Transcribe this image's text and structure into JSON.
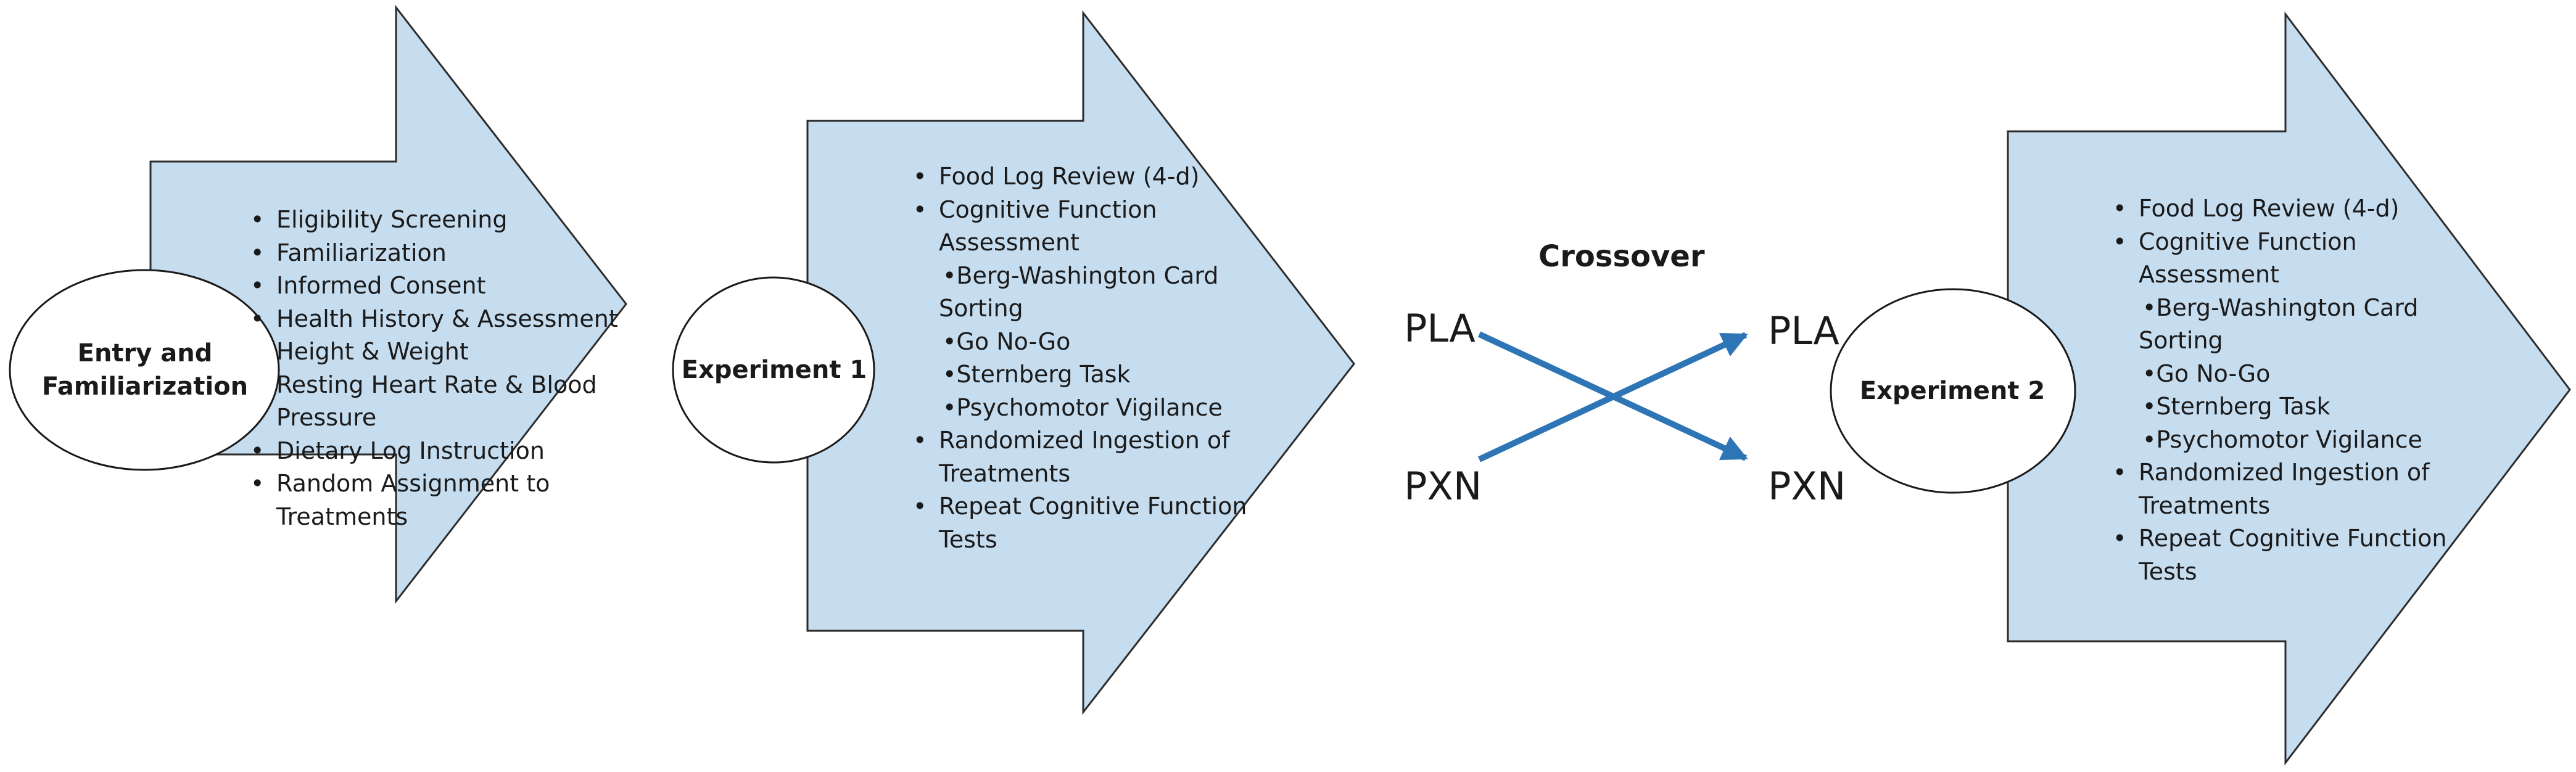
{
  "colors": {
    "arrow_fill": "#c6dcef",
    "arrow_stroke": "#2b2b2b",
    "cross_arrow": "#2e75b6"
  },
  "stages": [
    {
      "label": "Entry and\nFamiliarization",
      "items": [
        {
          "text": "Eligibility Screening",
          "kind": "bullet"
        },
        {
          "text": "Familiarization",
          "kind": "bullet"
        },
        {
          "text": "Informed Consent",
          "kind": "bullet"
        },
        {
          "text": "Health History & Assessment",
          "kind": "bullet"
        },
        {
          "text": "Height & Weight",
          "kind": "cont"
        },
        {
          "text": "Resting Heart Rate & Blood",
          "kind": "cont"
        },
        {
          "text": "Pressure",
          "kind": "cont"
        },
        {
          "text": "Dietary Log Instruction",
          "kind": "bullet"
        },
        {
          "text": "Random Assignment to",
          "kind": "bullet"
        },
        {
          "text": "Treatments",
          "kind": "cont"
        }
      ]
    },
    {
      "label": "Experiment 1",
      "items": [
        {
          "text": "Food Log Review (4-d)",
          "kind": "bullet"
        },
        {
          "text": "Cognitive Function",
          "kind": "bullet"
        },
        {
          "text": "Assessment",
          "kind": "cont"
        },
        {
          "text": "Berg-Washington Card",
          "kind": "sub"
        },
        {
          "text": "Sorting",
          "kind": "cont"
        },
        {
          "text": "Go No-Go",
          "kind": "sub"
        },
        {
          "text": "Sternberg Task",
          "kind": "sub"
        },
        {
          "text": "Psychomotor Vigilance",
          "kind": "sub"
        },
        {
          "text": "Randomized Ingestion of",
          "kind": "bullet"
        },
        {
          "text": "Treatments",
          "kind": "cont"
        },
        {
          "text": "Repeat Cognitive Function",
          "kind": "bullet"
        },
        {
          "text": "Tests",
          "kind": "cont"
        }
      ]
    },
    {
      "label": "Experiment 2",
      "items": [
        {
          "text": "Food Log Review (4-d)",
          "kind": "bullet"
        },
        {
          "text": "Cognitive Function",
          "kind": "bullet"
        },
        {
          "text": "Assessment",
          "kind": "cont"
        },
        {
          "text": "Berg-Washington Card",
          "kind": "sub"
        },
        {
          "text": "Sorting",
          "kind": "cont"
        },
        {
          "text": "Go No-Go",
          "kind": "sub"
        },
        {
          "text": "Sternberg Task",
          "kind": "sub"
        },
        {
          "text": "Psychomotor Vigilance",
          "kind": "sub"
        },
        {
          "text": "Randomized Ingestion of",
          "kind": "bullet"
        },
        {
          "text": "Treatments",
          "kind": "cont"
        },
        {
          "text": "Repeat Cognitive Function",
          "kind": "bullet"
        },
        {
          "text": "Tests",
          "kind": "cont"
        }
      ]
    }
  ],
  "crossover": {
    "title": "Crossover",
    "left_top": "PLA",
    "left_bottom": "PXN",
    "right_top": "PLA",
    "right_bottom": "PXN"
  }
}
